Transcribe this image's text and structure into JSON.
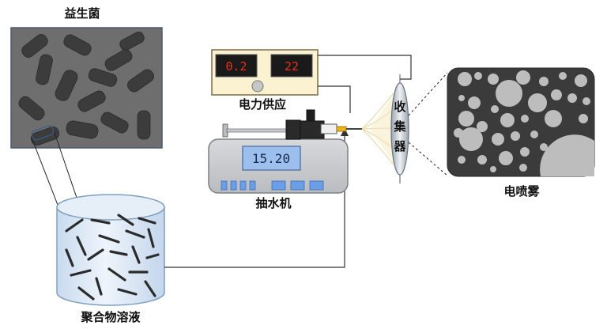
{
  "labels": {
    "probiotic": "益生菌",
    "power_supply": "电力供应",
    "pump": "抽水机",
    "polymer_solution": "聚合物溶液",
    "collector": "收集器",
    "electrospray": "电喷雾"
  },
  "power_supply": {
    "display_left": "0.2",
    "display_right": "22"
  },
  "pump": {
    "display": "15.20"
  },
  "colors": {
    "lcd_red_text": "#e8331c",
    "pump_screen": "#9dbfee",
    "micro_bg": "#6e6e6e",
    "spray_bg": "#3b3b3b",
    "particle": "#bdbdbd",
    "solution": "#dfeaf6",
    "spray_cone": "#e9d59b"
  }
}
